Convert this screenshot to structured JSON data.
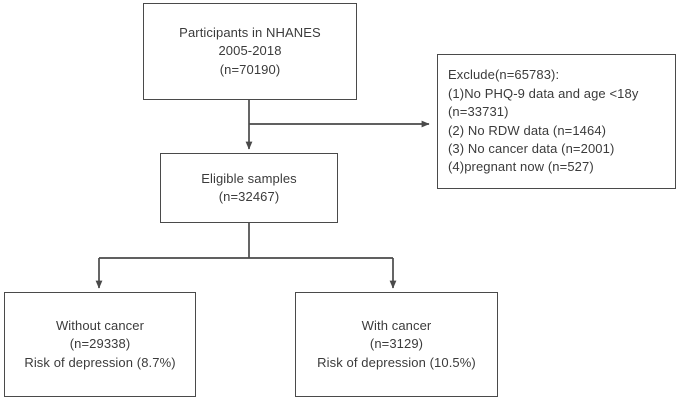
{
  "figure": {
    "type": "flowchart",
    "title": "NHANES participant selection flow diagram",
    "colors": {
      "stroke": "#4a4a4a",
      "text": "#3b3b3b",
      "background": "#ffffff"
    }
  },
  "nodes": {
    "participants": {
      "name": "Participants in NHANES",
      "lines": [
        "Participants in NHANES",
        "2005-2018",
        "(n=70190)"
      ],
      "count": 70190,
      "period": "2005-2018"
    },
    "exclude": {
      "name": "Exclusions",
      "lines": [
        "Exclude(n=65783):",
        "(1)No PHQ-9 data and age <18y",
        "(n=33731)",
        "(2) No RDW data (n=1464)",
        "(3) No cancer data (n=2001)",
        "(4)pregnant now (n=527)"
      ],
      "total_excluded": 65783,
      "reasons": [
        {
          "label": "No PHQ-9 data and age <18y",
          "count": 33731
        },
        {
          "label": "No RDW data",
          "count": 1464
        },
        {
          "label": "No cancer data",
          "count": 2001
        },
        {
          "label": "pregnant now",
          "count": 527
        }
      ]
    },
    "eligible": {
      "name": "Eligible samples",
      "lines": [
        "Eligible samples",
        "(n=32467)"
      ],
      "count": 32467
    },
    "without_cancer": {
      "name": "Without cancer",
      "lines": [
        "Without cancer",
        "(n=29338)",
        "Risk of depression (8.7%)"
      ],
      "count": 29338,
      "risk_of_depression": "8.7%"
    },
    "with_cancer": {
      "name": "With cancer",
      "lines": [
        "With cancer",
        "(n=3129)",
        "Risk of depression (10.5%)"
      ],
      "count": 3129,
      "risk_of_depression": "10.5%"
    }
  },
  "edges": [
    {
      "from": "participants",
      "to": "exclude",
      "style": "elbow-right-arrow"
    },
    {
      "from": "participants",
      "to": "eligible",
      "style": "vertical-arrow"
    },
    {
      "from": "eligible",
      "to": "without_cancer",
      "style": "split-left-arrow"
    },
    {
      "from": "eligible",
      "to": "with_cancer",
      "style": "split-right-arrow"
    }
  ]
}
